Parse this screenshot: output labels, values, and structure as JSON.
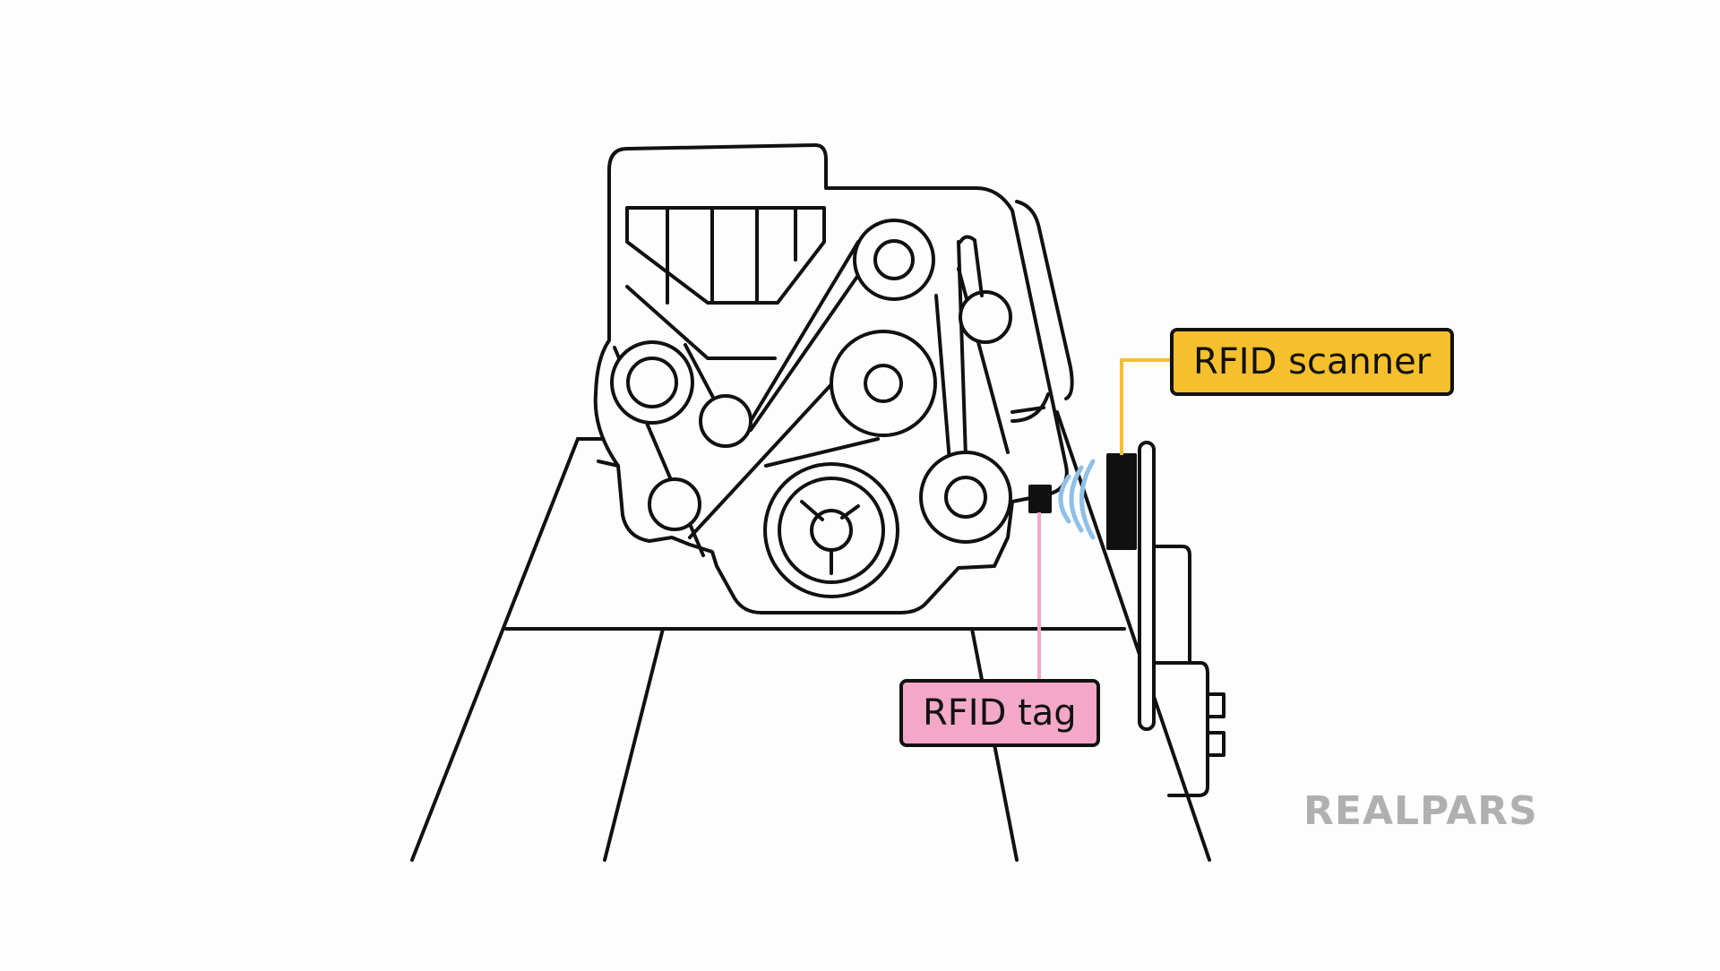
{
  "labels": {
    "scanner": "RFID scanner",
    "tag": "RFID tag"
  },
  "brand": "REALPARS",
  "colors": {
    "scanner_accent": "#f6c02c",
    "tag_accent": "#f4a8c8",
    "signal": "#8ec0e8",
    "outline": "#111111",
    "brand": "#b0b0b0"
  }
}
